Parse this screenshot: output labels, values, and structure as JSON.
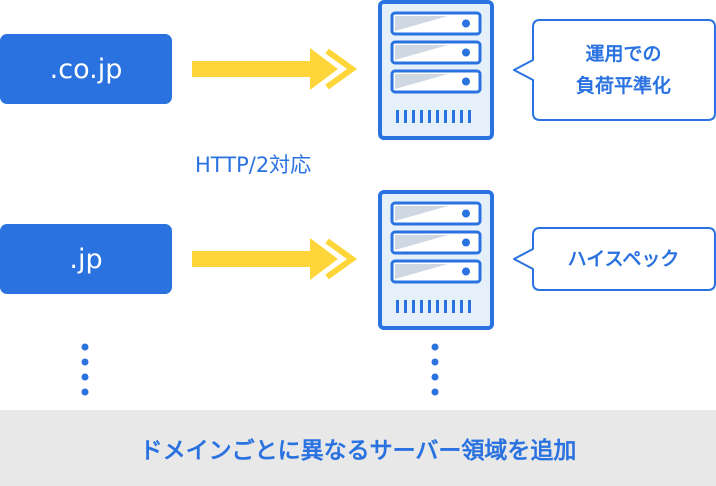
{
  "domains": [
    {
      "label": ".co.jp"
    },
    {
      "label": ".jp"
    }
  ],
  "bubbles": [
    {
      "lines": [
        "運用での",
        "負荷平準化"
      ]
    },
    {
      "lines": [
        "ハイスペック"
      ]
    }
  ],
  "middle_label": "HTTP/2対応",
  "footer_text": "ドメインごとに異なるサーバー領域を追加",
  "colors": {
    "accent": "#2a72e0",
    "arrow": "#ffd63a",
    "server_body": "#e6f0fb",
    "footer_bg": "#e8e8e8"
  },
  "icons": {
    "arrow": "double-chevron-arrow-right",
    "server": "server-rack-icon",
    "ellipsis": "vertical-ellipsis-icon"
  }
}
